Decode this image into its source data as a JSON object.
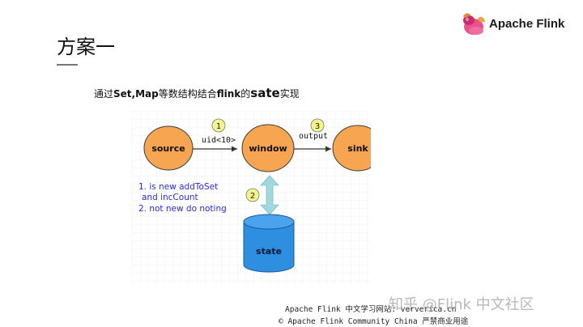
{
  "brand": {
    "name": "Apache Flink"
  },
  "slide": {
    "title": "方案一",
    "subtitle_prefix": "通过",
    "subtitle_structs": "Set,Map",
    "subtitle_mid": "等数结构结合",
    "subtitle_flink": "flink",
    "subtitle_of": "的",
    "subtitle_state": "sate",
    "subtitle_suffix": "实现"
  },
  "diagram": {
    "nodes": {
      "source": "source",
      "window": "window",
      "sink": "sink",
      "state": "state"
    },
    "edge1": {
      "step": "1",
      "label": "uid<10>"
    },
    "edge2": {
      "step": "2"
    },
    "edge3": {
      "step": "3",
      "label": "output"
    },
    "note": {
      "line1": "1. is new addToSet",
      "line2": "and incCount",
      "line3": "2. not new do noting"
    },
    "colors": {
      "node_fill": "#f8a551",
      "node_stroke": "#3b3b3b",
      "cylinder_fill": "#2e8fe0",
      "step_fill": "#f2f58a",
      "note_text": "#2b2bd6",
      "arrow_double": "#9fd9de"
    }
  },
  "footer": {
    "line1": "Apache Flink 中文学习网站: ververica.cn",
    "line2": "© Apache Flink Community China  严禁商业用途"
  },
  "watermark": "知乎 @Flink 中文社区"
}
